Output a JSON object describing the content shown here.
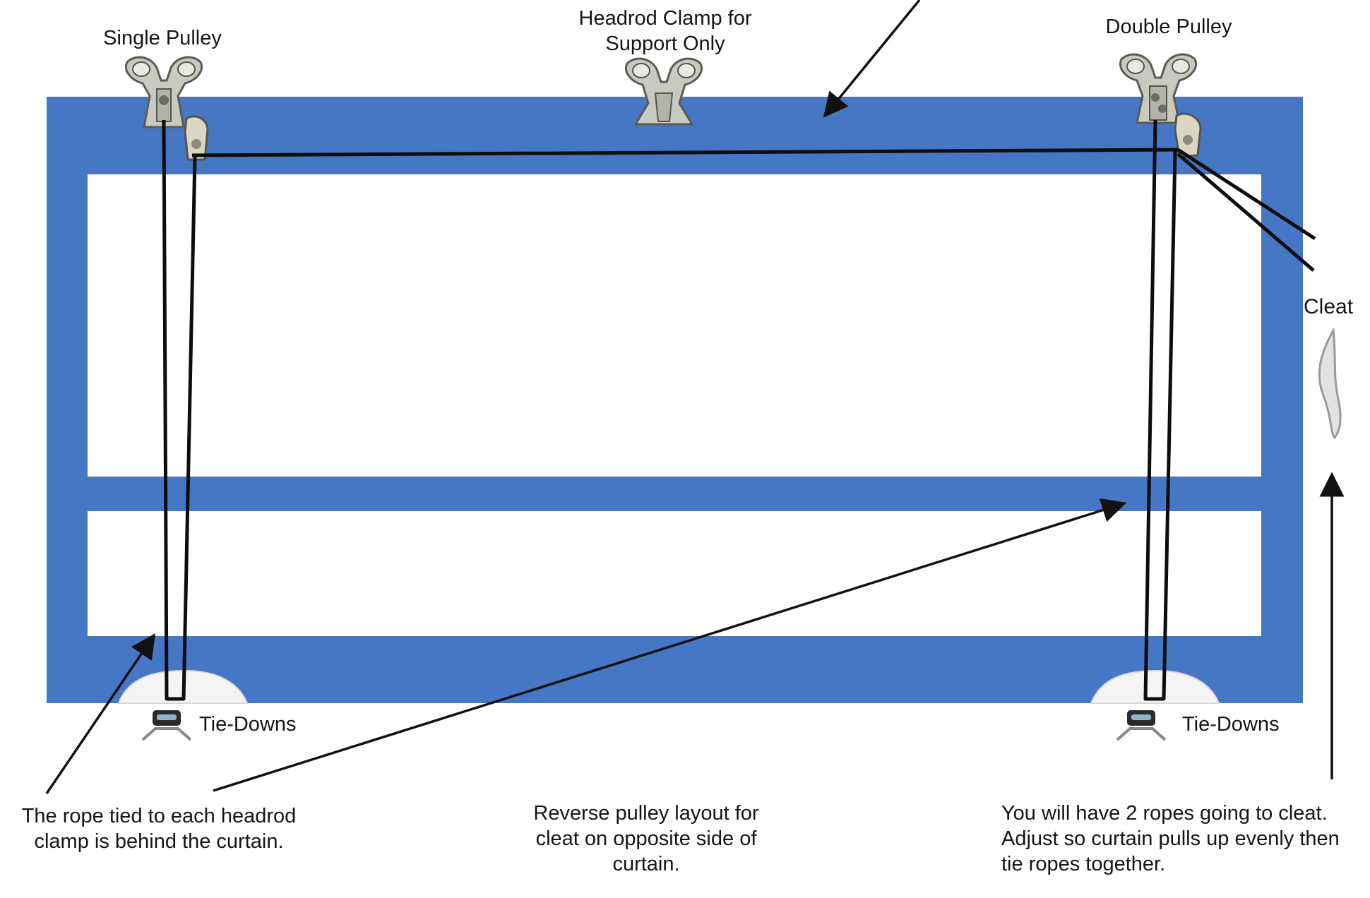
{
  "labels": {
    "single_pulley": "Single Pulley",
    "headrod_clamp": "Headrod Clamp for Support Only",
    "double_pulley": "Double Pulley",
    "cleat": "Cleat",
    "tie_downs_left": "Tie-Downs",
    "tie_downs_right": "Tie-Downs"
  },
  "notes": {
    "rope_behind": "The rope tied to each headrod clamp is behind the curtain.",
    "reverse_pulley": "Reverse pulley layout for cleat on opposite side of curtain.",
    "two_ropes": "You will have 2 ropes going to cleat. Adjust so curtain pulls up evenly then tie ropes together."
  },
  "colors": {
    "frame": "#4677c5",
    "rope": "#0d0d0d",
    "hardware": "#9a9a9a",
    "background": "#ffffff"
  },
  "icons": [
    "pulley-icon",
    "headrod-clamp-icon",
    "double-pulley-icon",
    "cleat-icon",
    "tie-down-icon"
  ]
}
